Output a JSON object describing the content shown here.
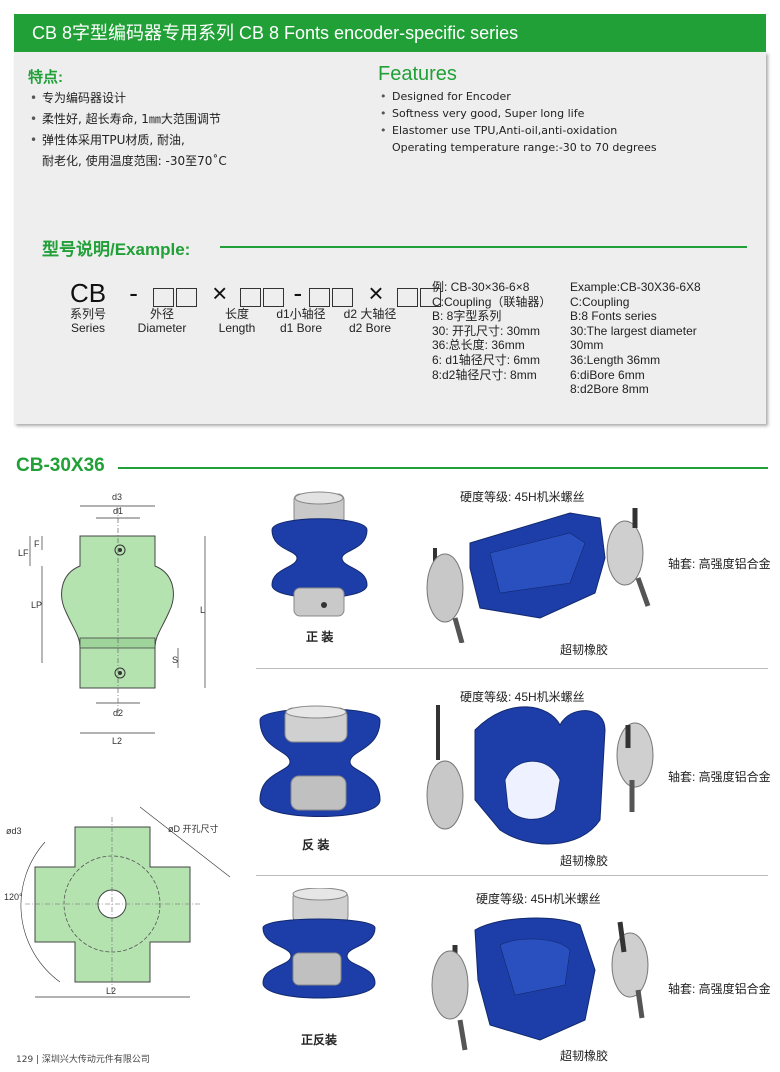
{
  "header": {
    "title": "CB 8字型编码器专用系列   CB 8 Fonts encoder-specific series"
  },
  "features_cn": {
    "title": "特点:",
    "items": [
      "专为编码器设计",
      "柔性好, 超长寿命, 1㎜大范围调节",
      "弹性体采用TPU材质, 耐油,",
      "耐老化, 使用温度范围: -30至70˚C"
    ]
  },
  "features_en": {
    "title": "Features",
    "items": [
      "Designed for Encoder",
      "Softness very good, Super long life",
      "Elastomer use TPU,Anti-oil,anti-oxidation",
      "Operating temperature range:-30 to 70 degrees"
    ]
  },
  "example": {
    "title": "型号说明/Example:",
    "code": "CB",
    "dash1": "-",
    "times1": "×",
    "dash2": "-",
    "times2": "×",
    "labels": [
      {
        "cn": "系列号",
        "en": "Series"
      },
      {
        "cn": "外径",
        "en": "Diameter"
      },
      {
        "cn": "长度",
        "en": "Length"
      },
      {
        "cn": "d1小轴径",
        "en": "d1 Bore"
      },
      {
        "cn": "d2 大轴径",
        "en": "d2 Bore"
      }
    ],
    "cn_lines": [
      "例: CB-30×36-6×8",
      "C:Coupling（联轴器）",
      "B: 8字型系列",
      "30: 开孔尺寸: 30mm",
      "36:总长度: 36mm",
      "6: d1轴径尺寸: 6mm",
      "8:d2轴径尺寸: 8mm"
    ],
    "en_lines": [
      "Example:CB-30X36-6X8",
      "C:Coupling",
      "B:8 Fonts series",
      "30:The largest diameter",
      "30mm",
      "36:Length 36mm",
      "6:diBore 6mm",
      "8:d2Bore 8mm"
    ]
  },
  "model": {
    "title": "CB-30X36"
  },
  "drawing": {
    "side_labels": [
      "d3",
      "d1",
      "LF",
      "F",
      "LP",
      "L",
      "S",
      "d2",
      "L2"
    ],
    "top_labels": [
      "ød3",
      "øD 开孔尺寸",
      "120°",
      "L2"
    ]
  },
  "mount_views": [
    {
      "caption": "正 装",
      "screw": "硬度等级: 45H机米螺丝",
      "sleeve": "轴套: 高强度铝合金",
      "rubber": "超韧橡胶"
    },
    {
      "caption": "反 装",
      "screw": "硬度等级: 45H机米螺丝",
      "sleeve": "轴套: 高强度铝合金",
      "rubber": "超韧橡胶"
    },
    {
      "caption": "正反装",
      "screw": "硬度等级: 45H机米螺丝",
      "sleeve": "轴套: 高强度铝合金",
      "rubber": "超韧橡胶"
    }
  ],
  "footer": {
    "text": "129 | 深圳兴大传动元件有限公司"
  },
  "colors": {
    "brand_green": "#21a037",
    "coupling_blue": "#1d3ea8",
    "drawing_green": "#b5e3b0",
    "panel_gray": "#eeeeee"
  }
}
